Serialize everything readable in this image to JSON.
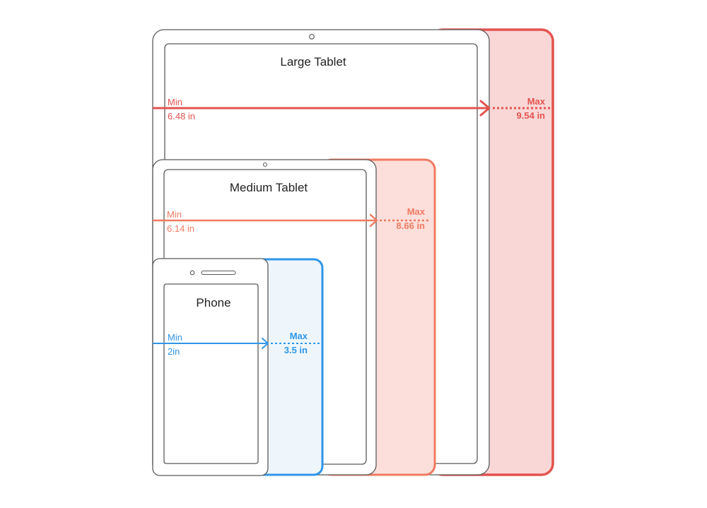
{
  "colors": {
    "large": "#e3534f",
    "medium": "#f07a62",
    "phone": "#2e96e8",
    "large_fill": "#f9d7d7",
    "medium_fill": "#fcdeda",
    "phone_fill": "#eef6fc",
    "outline": "#5a5a5a"
  },
  "devices": {
    "large_tablet": {
      "title": "Large Tablet",
      "min_label": "Min",
      "min_value": "6.48 in",
      "max_label": "Max",
      "max_value": "9.54 in"
    },
    "medium_tablet": {
      "title": "Medium Tablet",
      "min_label": "Min",
      "min_value": "6.14 in",
      "max_label": "Max",
      "max_value": "8.66 in"
    },
    "phone": {
      "title": "Phone",
      "min_label": "Min",
      "min_value": "2in",
      "max_label": "Max",
      "max_value": "3.5 in"
    }
  }
}
